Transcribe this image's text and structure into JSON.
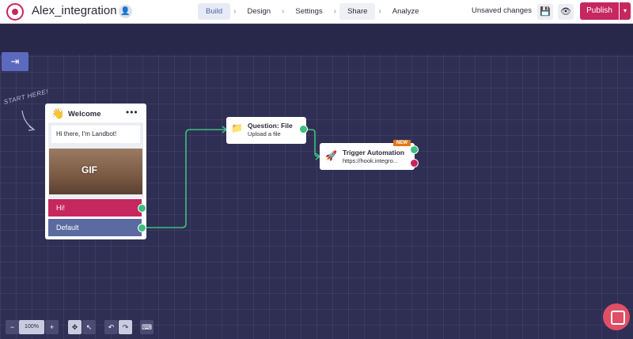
{
  "header": {
    "bot_name": "Alex_integration",
    "nav": [
      "Build",
      "Design",
      "Settings",
      "Share",
      "Analyze"
    ],
    "separator": "›",
    "unsaved": "Unsaved changes",
    "publish": "Publish",
    "publish_caret": "▾",
    "save_icon": "💾",
    "eye_icon": "👁",
    "share_user_icon": "👤"
  },
  "canvas": {
    "collapse_icon": "⇥",
    "start_here": "START HERE!"
  },
  "welcome": {
    "emoji": "👋",
    "title": "Welcome",
    "menu": "•••",
    "message": "Hi there, I'm Landbot!",
    "gif": "GIF",
    "button_hi": "Hi!",
    "button_default": "Default"
  },
  "question": {
    "icon": "📁",
    "title": "Question: File",
    "subtitle": "Upload a file"
  },
  "trigger": {
    "icon": "🚀",
    "title": "Trigger Automation",
    "subtitle": "https://hook.integro...",
    "badge": "NEW"
  },
  "toolbar": {
    "zoom_out": "−",
    "zoom": "100%",
    "zoom_in": "+",
    "move": "✥",
    "pointer": "↖",
    "undo": "↶",
    "redo": "↷",
    "keyboard": "⌨"
  },
  "colors": {
    "brand": "#c6275e",
    "canvas": "#2f2f55",
    "port_green": "#3cbf7e",
    "connector": "#3cbf7e"
  }
}
